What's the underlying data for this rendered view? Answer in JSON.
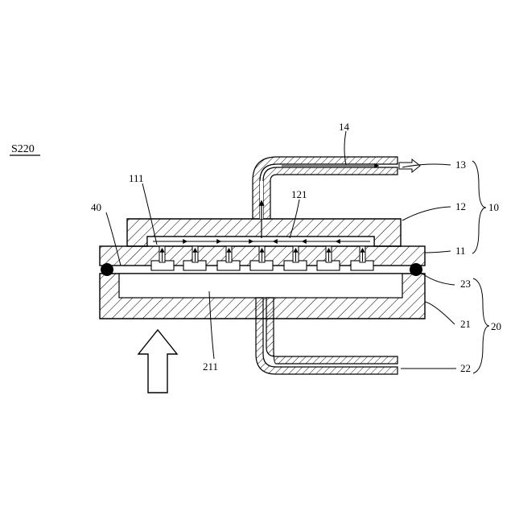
{
  "step_label": "S220",
  "labels": {
    "l14": "14",
    "l13": "13",
    "l12": "12",
    "l11": "11",
    "l10": "10",
    "l111": "111",
    "l121": "121",
    "l40": "40",
    "l23": "23",
    "l21": "21",
    "l20": "20",
    "l22": "22",
    "l211": "211"
  },
  "colors": {
    "line": "#000000",
    "hatch": "#000000",
    "background": "#ffffff"
  }
}
